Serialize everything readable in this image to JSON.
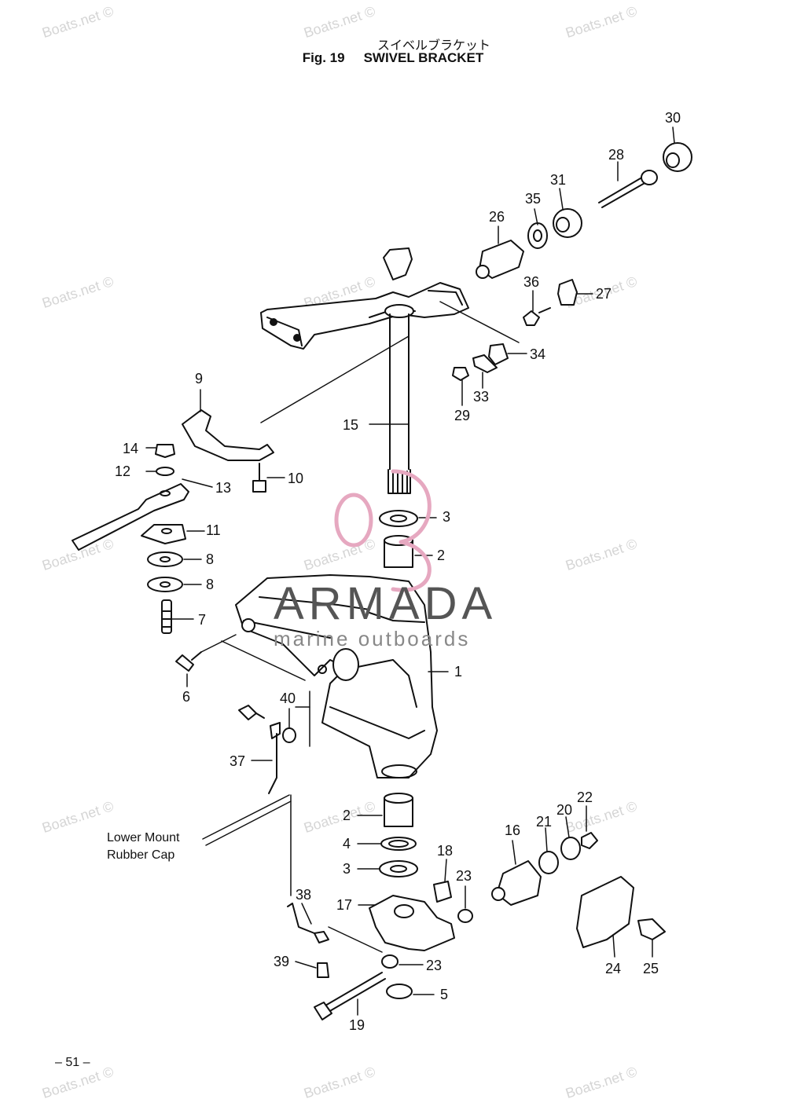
{
  "header": {
    "title_jp": "スイベルブラケット",
    "fig_no": "Fig. 19",
    "fig_title": "SWIVEL BRACKET"
  },
  "watermark": {
    "text": "Boats.net ©",
    "brand": "ARMADA",
    "brand_sub": "marine outboards"
  },
  "labels": {
    "p1": "1",
    "p2a": "2",
    "p2b": "2",
    "p3a": "3",
    "p3b": "3",
    "p4": "4",
    "p5": "5",
    "p6": "6",
    "p7": "7",
    "p8a": "8",
    "p8b": "8",
    "p9": "9",
    "p10": "10",
    "p11": "11",
    "p12": "12",
    "p13": "13",
    "p14": "14",
    "p15": "15",
    "p16": "16",
    "p17": "17",
    "p18": "18",
    "p19": "19",
    "p20": "20",
    "p21": "21",
    "p22": "22",
    "p23a": "23",
    "p23b": "23",
    "p24": "24",
    "p25": "25",
    "p26": "26",
    "p27": "27",
    "p28": "28",
    "p29": "29",
    "p30": "30",
    "p31": "31",
    "p33": "33",
    "p34": "34",
    "p35": "35",
    "p36": "36",
    "p37": "37",
    "p38": "38",
    "p39": "39",
    "p40": "40"
  },
  "note": {
    "line1": "Lower Mount",
    "line2": "Rubber Cap"
  },
  "page_number": "– 51 –"
}
